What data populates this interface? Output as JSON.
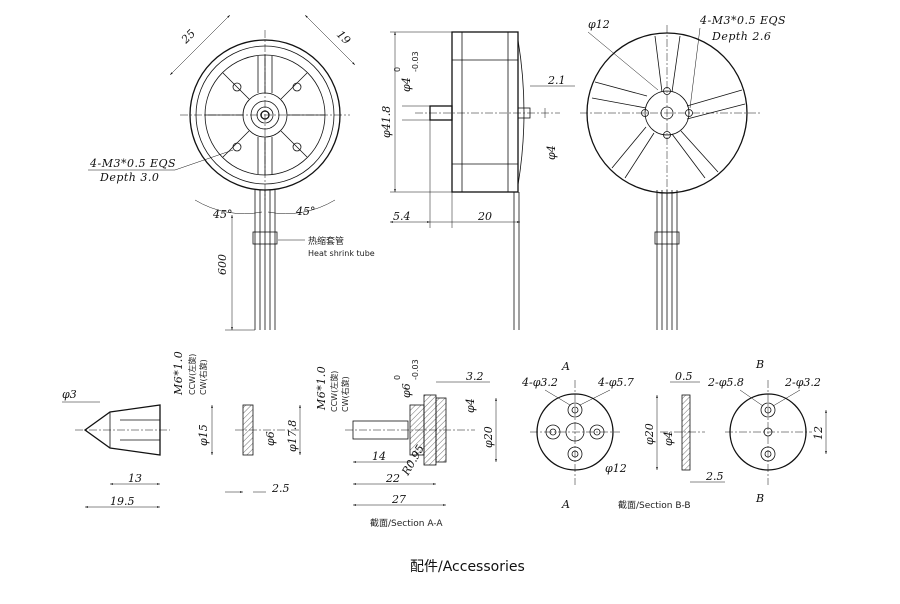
{
  "front_view": {
    "dim_25": "25",
    "dim_19": "19",
    "mount_note_line1": "4-M3*0.5 EQS",
    "mount_note_line2": "Depth 3.0",
    "angle_left": "45°",
    "angle_right": "45°",
    "heat_shrink_cn": "热缩套管",
    "heat_shrink_en": "Heat shrink tube",
    "lead_length": "600"
  },
  "side_view": {
    "shaft_dia": "φ4",
    "shaft_tol_upper": "0",
    "shaft_tol_lower": "-0.03",
    "body_dia": "φ41.8",
    "dim_2_1": "2.1",
    "rear_shaft_dia": "φ4",
    "shaft_len": "5.4",
    "body_len": "20"
  },
  "rear_view": {
    "center_dia": "φ12",
    "mount_note_line1": "4-M3*0.5 EQS",
    "mount_note_line2": "Depth 2.6"
  },
  "accessories": {
    "nut_thread": "M6*1.0",
    "nut_ccw": "CCW(左旋)",
    "nut_cw": "CW(右旋)",
    "nut_dia3": "φ3",
    "nut_dia15": "φ15",
    "nut_len13": "13",
    "nut_len19_5": "19.5",
    "washer_dia6": "φ6",
    "washer_dia17_8": "φ17.8",
    "washer_thk": "2.5",
    "shaft_thread": "M6*1.0",
    "shaft_ccw": "CCW(左旋)",
    "shaft_cw": "CW(右旋)",
    "adapter_bore": "φ6",
    "adapter_bore_tol_upper": "0",
    "adapter_bore_tol_lower": "-0.03",
    "adapter_dim_3_2": "3.2",
    "adapter_dia4": "φ4",
    "adapter_dia20": "φ20",
    "adapter_r": "R0.95",
    "adapter_len14": "14",
    "adapter_len22": "22",
    "adapter_len27": "27",
    "section_a_label": "截面/Section A-A",
    "section_a_mark": "A",
    "section_a_holes1": "4-φ3.2",
    "section_a_holes2": "4-φ5.7",
    "section_a_center": "φ12",
    "section_b_dim_0_5": "0.5",
    "section_b_dia20": "φ20",
    "section_b_dia4": "φ4",
    "section_b_thk": "2.5",
    "section_b_mark": "B",
    "section_b_holes1": "2-φ5.8",
    "section_b_holes2": "2-φ3.2",
    "section_b_spacing": "12",
    "section_b_label": "截面/Section B-B"
  },
  "caption": "配件/Accessories"
}
